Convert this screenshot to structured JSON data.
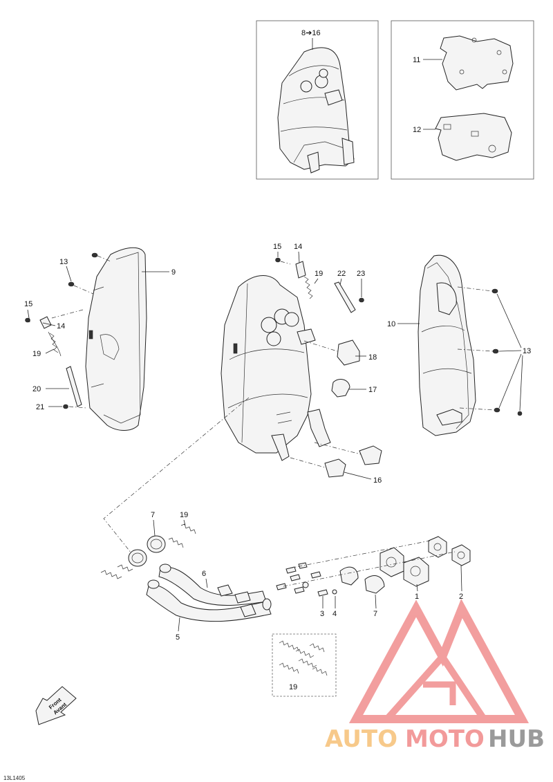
{
  "diagram": {
    "callouts": {
      "c8_16": "8➔16",
      "c11": "11",
      "c12": "12",
      "c15a": "15",
      "c14a": "14",
      "c19a": "19",
      "c22": "22",
      "c23": "23",
      "c13a": "13",
      "c9": "9",
      "c15b": "15",
      "c14b": "14",
      "c19b": "19",
      "c20": "20",
      "c21": "21",
      "c18": "18",
      "c17": "17",
      "c16": "16",
      "c10": "10",
      "c13b": "13",
      "c7a": "7",
      "c19c": "19",
      "c6": "6",
      "c5": "5",
      "c3": "3",
      "c4": "4",
      "c7b": "7",
      "c1": "1",
      "c2": "2",
      "c19d": "19"
    },
    "front_label_1": "Front",
    "front_label_2": "Avant",
    "drawing_code": "13L1405"
  },
  "watermark": {
    "text_a": "AUTO",
    "text_b": "MOTO",
    "text_c": "HUB",
    "color_a": "#f7c98a",
    "color_b": "#f29a9a",
    "color_c": "#9a9a9a",
    "logo_color": "#f08e8e"
  }
}
